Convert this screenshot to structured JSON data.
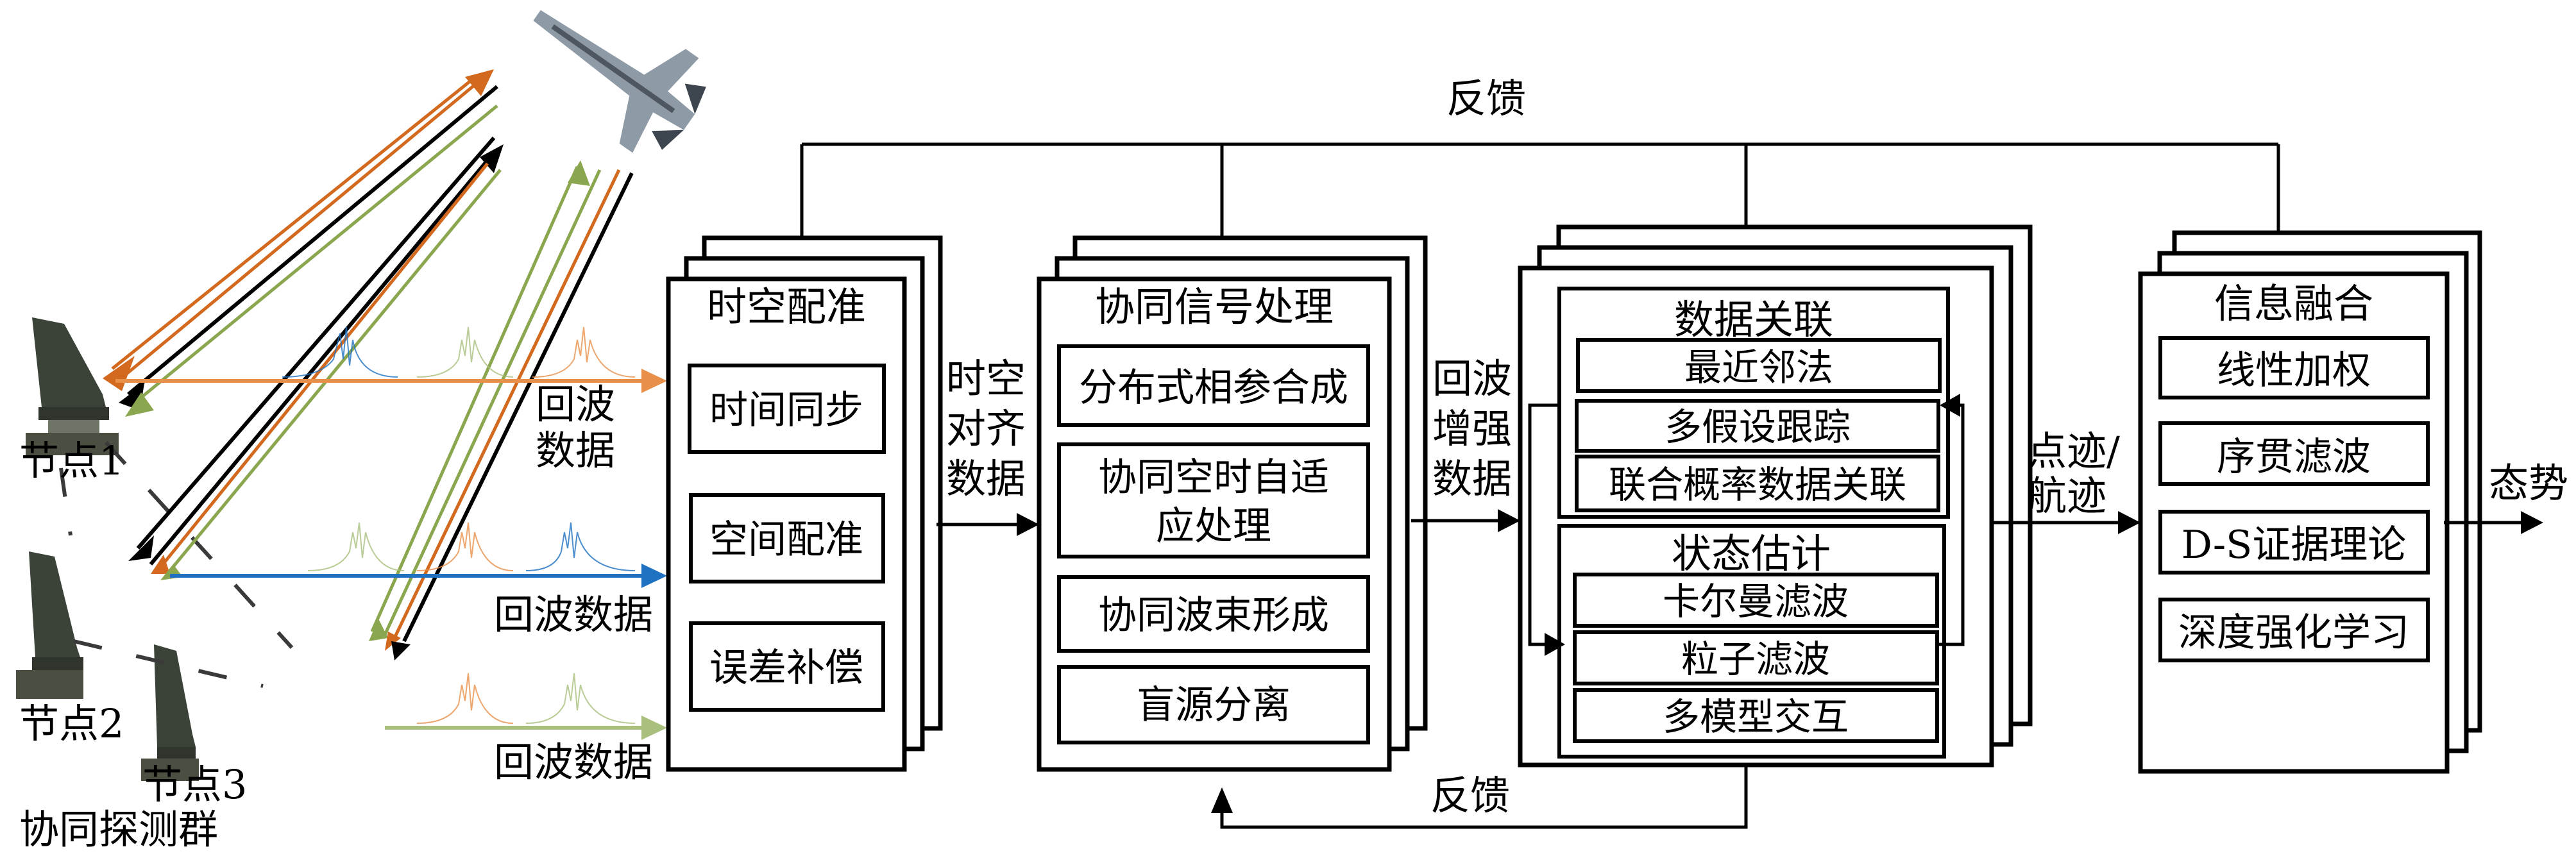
{
  "feedback_top_label": "反馈",
  "feedback_bottom_label": "反馈",
  "group_label": "协同探测群",
  "nodes": [
    {
      "label": "节点1",
      "echo_label": "回波\n数据",
      "echo_color": "#e8904a"
    },
    {
      "label": "节点2",
      "echo_label": "回波数据",
      "echo_color": "#1f72c2"
    },
    {
      "label": "节点3",
      "echo_label": "回波数据",
      "echo_color": "#a9bf7d"
    }
  ],
  "signal_colors": {
    "orange": "#d2691e",
    "black": "#000000",
    "green": "#8aa64e",
    "blue": "#1f72c2",
    "light_orange": "#e8904a",
    "light_green": "#a9bf7d"
  },
  "stages": [
    {
      "title": "时空配准",
      "items": [
        "时间同步",
        "空间配准",
        "误差补偿"
      ]
    },
    {
      "title": "协同信号处理",
      "items": [
        "分布式相参合成",
        "协同空时自适\n应处理",
        "协同波束形成",
        "盲源分离"
      ]
    },
    {
      "groups": [
        {
          "title": "数据关联",
          "items": [
            "最近邻法",
            "多假设跟踪",
            "联合概率数据关联"
          ]
        },
        {
          "title": "状态估计",
          "items": [
            "卡尔曼滤波",
            "粒子滤波",
            "多模型交互"
          ]
        }
      ]
    },
    {
      "title": "信息融合",
      "items": [
        "线性加权",
        "序贯滤波",
        "D-S证据理论",
        "深度强化学习"
      ]
    }
  ],
  "connectors": [
    {
      "label": "时空\n对齐\n数据"
    },
    {
      "label": "回波\n增强\n数据"
    },
    {
      "label": "点迹/\n航迹"
    },
    {
      "label": "态势"
    }
  ]
}
